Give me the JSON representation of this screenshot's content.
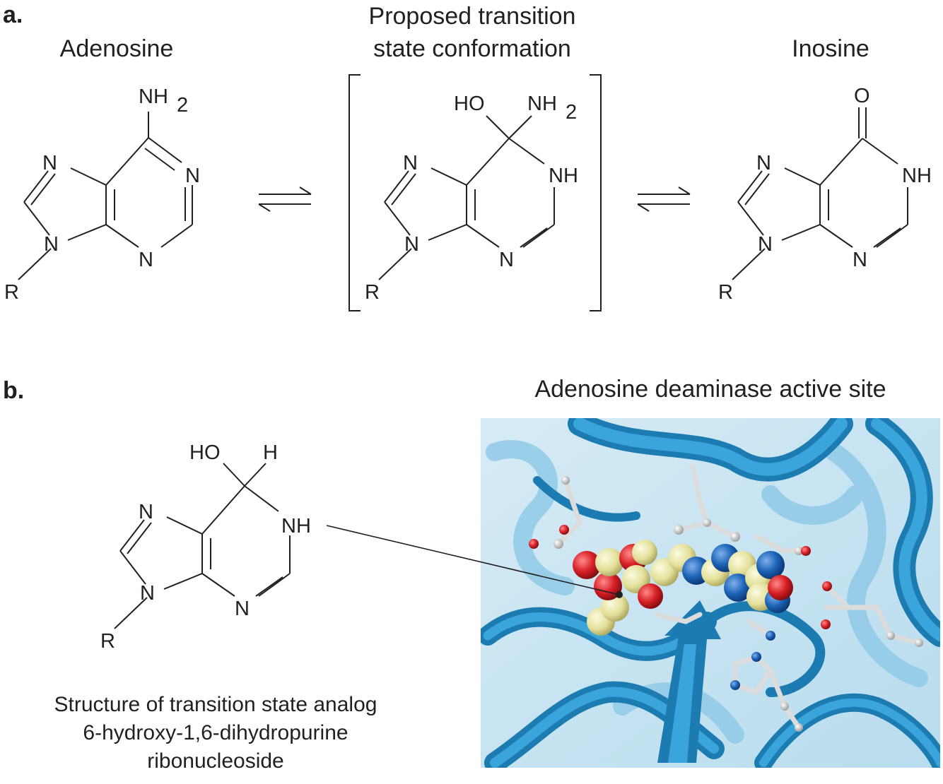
{
  "panel_a": {
    "label": "a.",
    "adenosine_title": "Adenosine",
    "transition_title_line1": "Proposed transition",
    "transition_title_line2": "state conformation",
    "inosine_title": "Inosine"
  },
  "panel_b": {
    "label": "b.",
    "active_site_title": "Adenosine deaminase active site",
    "caption_line1": "Structure of transition state analog",
    "caption_line2": "6-hydroxy-1,6-dihydropurine",
    "caption_line3": "ribonucleoside"
  },
  "atoms": {
    "N": "N",
    "NH": "NH",
    "NH2": "NH",
    "subscript_2": "2",
    "R": "R",
    "O": "O",
    "HO": "HO",
    "H": "H"
  },
  "colors": {
    "protein_ribbon": "#2a8fc4",
    "protein_ribbon_light": "#7cc0e3",
    "ligand_carbon": "#e8e6a4",
    "ligand_oxygen": "#d81f26",
    "ligand_nitrogen": "#1b63b5",
    "sidechain": "#e4e4e4"
  }
}
